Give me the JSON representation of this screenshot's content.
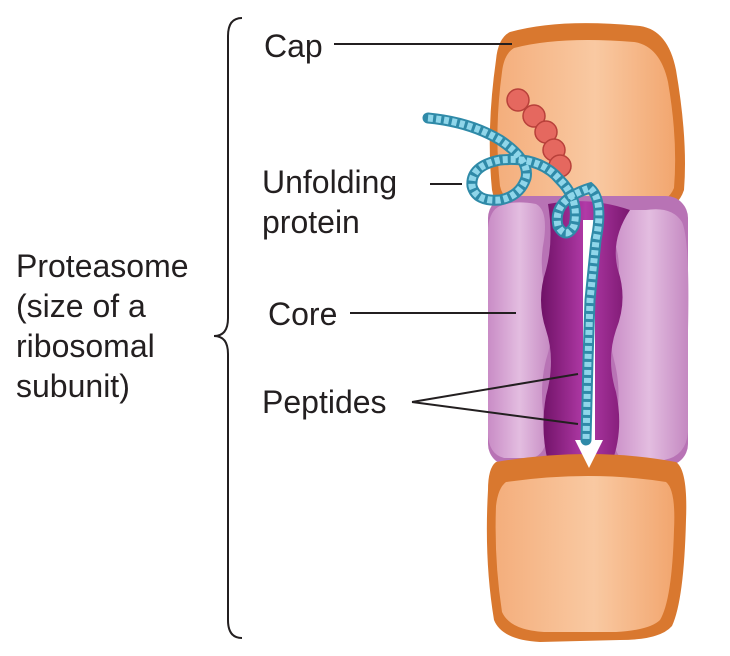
{
  "labels": {
    "proteasome": "Proteasome\n(size of a\nribosomal\nsubunit)",
    "cap": "Cap",
    "unfolding_protein": "Unfolding\nprotein",
    "core": "Core",
    "peptides": "Peptides"
  },
  "colors": {
    "cap_fill": "#f6b88a",
    "cap_shadow": "#d9782f",
    "core_fill": "#d9a6d6",
    "core_channel": "#8e1f86",
    "protein_chain": "#6cc4dd",
    "folded_beads": "#e5685f",
    "label_text": "#231f20"
  }
}
